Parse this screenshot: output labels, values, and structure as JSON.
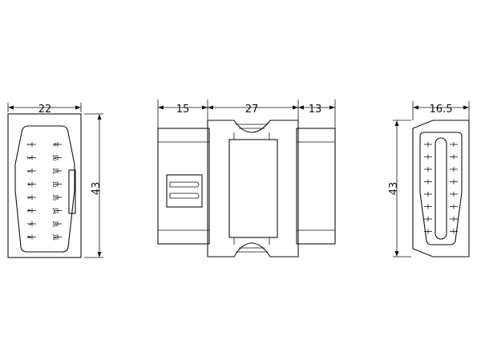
{
  "dimensions": {
    "left_width": "22",
    "left_height": "43",
    "middle_left": "15",
    "middle_center": "27",
    "middle_right": "13",
    "right_width": "16.5",
    "right_height": "43"
  },
  "pins": {
    "left_column": [
      "1",
      "2",
      "3",
      "4",
      "5",
      "6",
      "7",
      "8"
    ],
    "right_column": [
      "9",
      "10",
      "11",
      "12",
      "13",
      "14",
      "15",
      "16"
    ]
  }
}
